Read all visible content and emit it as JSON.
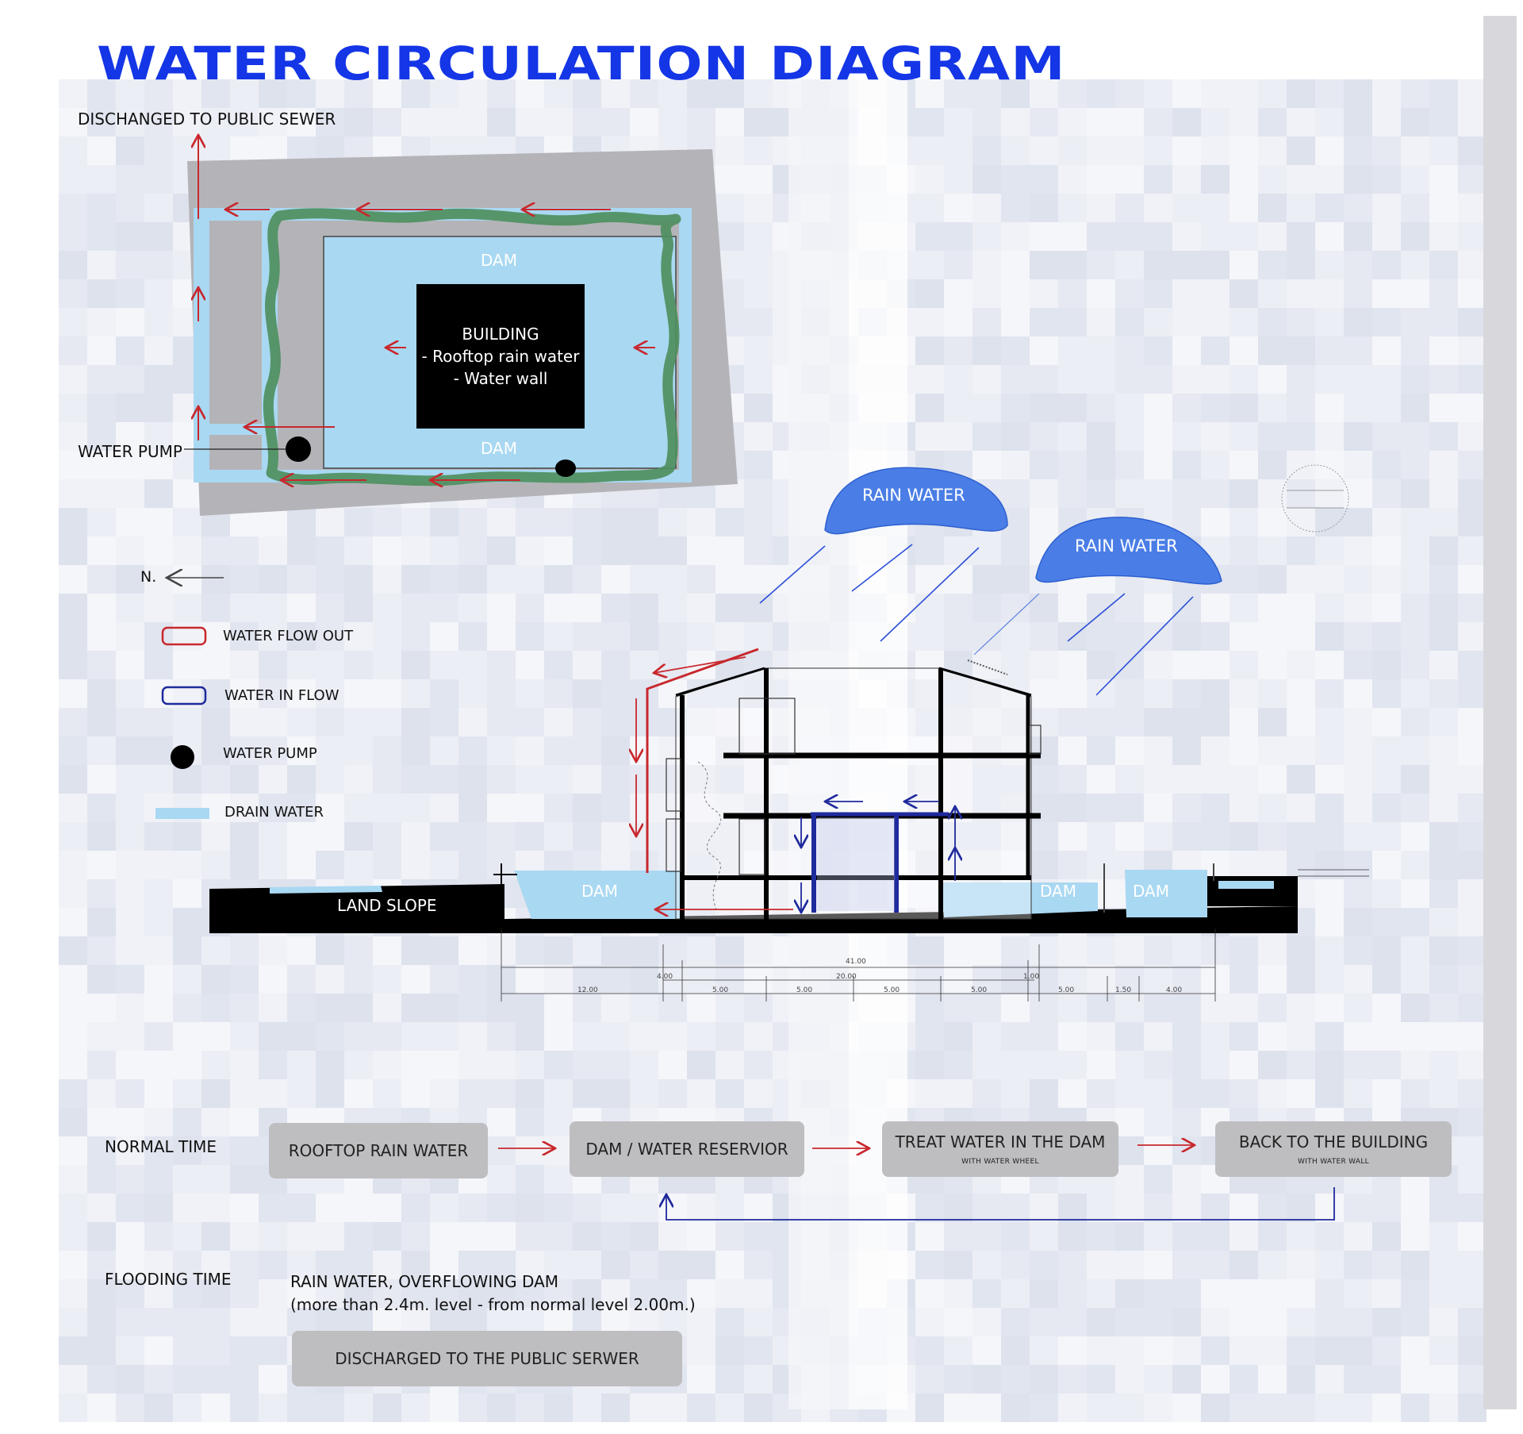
{
  "title": "WATER CIRCULATION DIAGRAM",
  "plan": {
    "discharge_label": "DISCHANGED TO PUBLIC SEWER",
    "pump_label": "WATER PUMP",
    "dam_top": "DAM",
    "dam_bottom": "DAM",
    "building_lines": [
      "BUILDING",
      "- Rooftop rain water",
      "- Water wall"
    ]
  },
  "legend": {
    "north": "N.",
    "items": [
      {
        "label": "WATER FLOW OUT",
        "color": "#c8282d"
      },
      {
        "label": "WATER IN FLOW",
        "color": "#1f2a9c"
      },
      {
        "label": "WATER PUMP",
        "color": "#000000"
      },
      {
        "label": "DRAIN WATER",
        "color": "#a9d8f2"
      }
    ]
  },
  "section": {
    "cloud_1": "RAIN WATER",
    "cloud_2": "RAIN WATER",
    "land_slope": "LAND SLOPE",
    "dam_1": "DAM",
    "dam_2": "DAM",
    "dam_3": "DAM",
    "dims": {
      "overall": "41.00",
      "middle": "20.00",
      "left_off": "4.00",
      "right_off": "1.00",
      "segments": [
        "12.00",
        "5.00",
        "5.00",
        "5.00",
        "5.00",
        "5.00",
        "1.50",
        "4.00"
      ]
    }
  },
  "process": {
    "normal_label": "NORMAL TIME",
    "flooding_label": "FLOODING TIME",
    "step1": "ROOFTOP RAIN WATER",
    "step2": "DAM / WATER RESERVIOR",
    "step3": "TREAT WATER IN THE DAM",
    "step3_sub": "WITH WATER WHEEL",
    "step4": "BACK TO THE BUILDING",
    "step4_sub": "WITH WATER WALL",
    "flood_line1": "RAIN WATER, OVERFLOWING DAM",
    "flood_line2": "(more than 2.4m. level -  from normal level 2.00m.)",
    "flood_box": "DISCHARGED TO THE PUBLIC SERWER"
  },
  "colors": {
    "title_blue": "#1436e6",
    "flow_out": "#c8282d",
    "flow_in": "#1f2a9c",
    "drain": "#a9d8f2",
    "cloud": "#4a7ee6",
    "hedge": "#4f8f5e",
    "box": "#bebec1"
  }
}
